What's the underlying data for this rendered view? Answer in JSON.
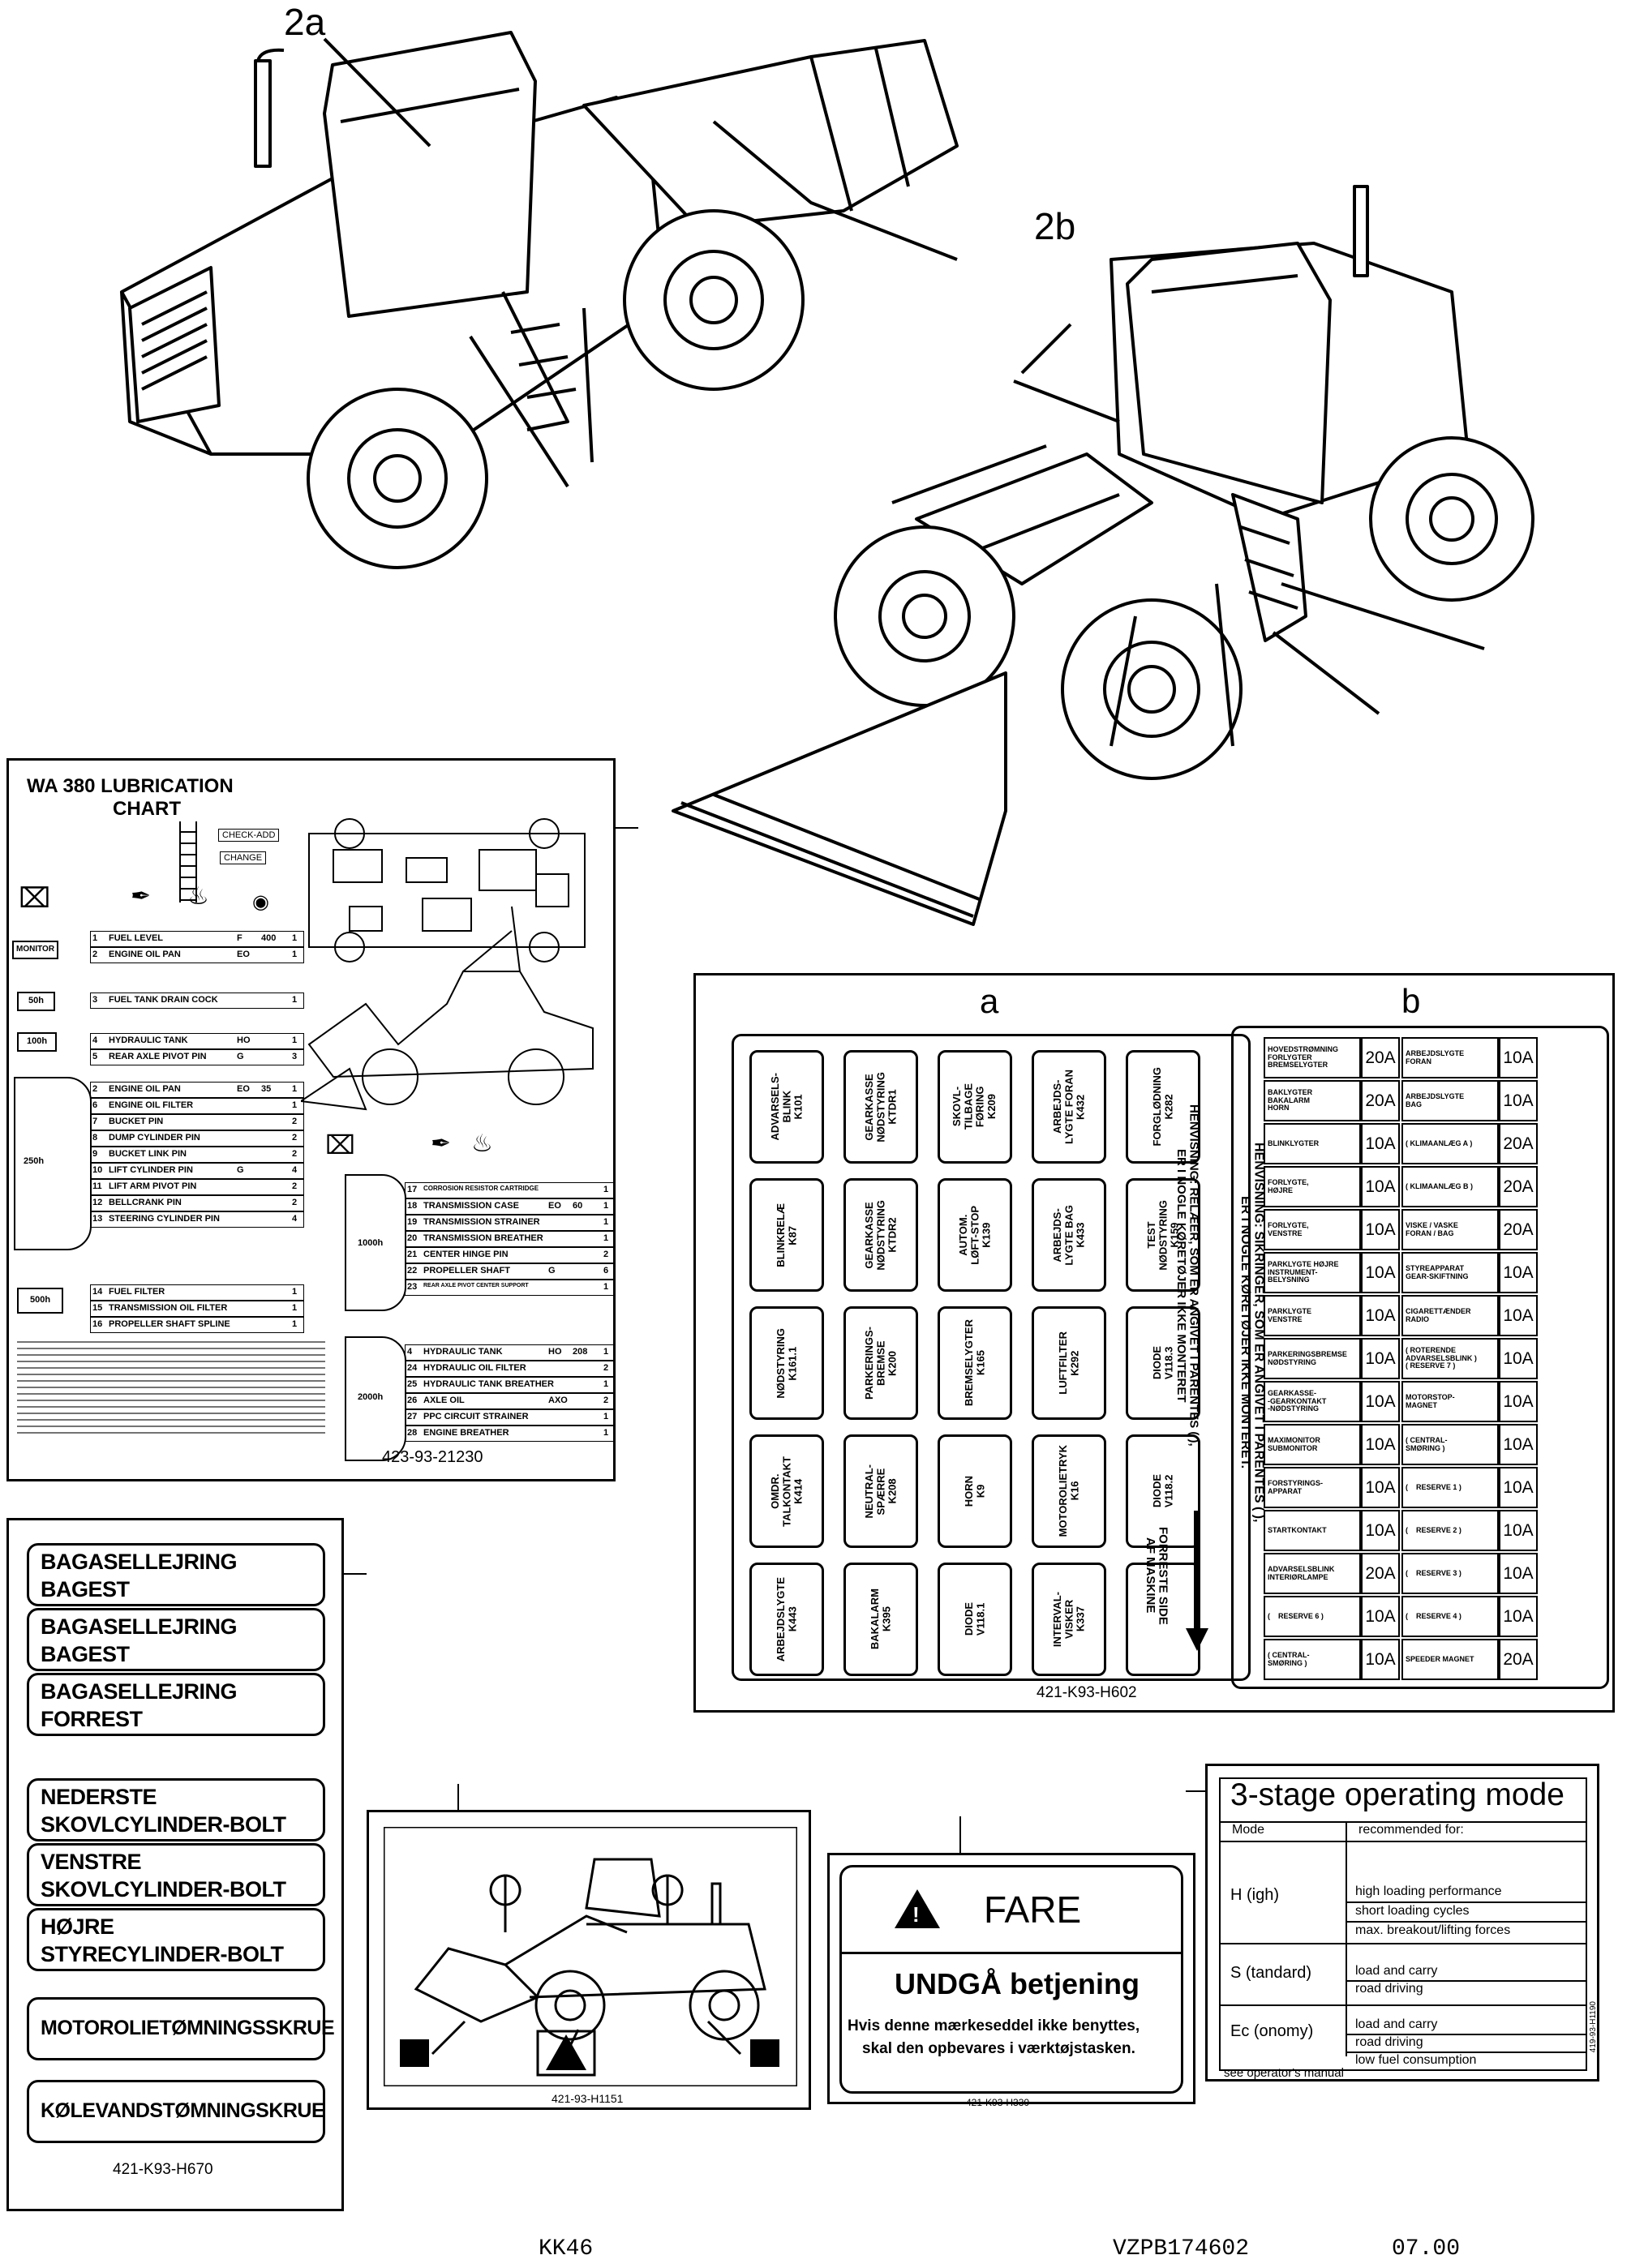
{
  "callouts": {
    "c2a": "2a",
    "c2b": "2b",
    "ca": "a",
    "cb": "b"
  },
  "lube": {
    "title1": "WA 380   LUBRICATION",
    "title2": "CHART",
    "check_add": "CHECK-ADD",
    "change": "CHANGE",
    "tags": [
      "MONITOR",
      "50h",
      "100h",
      "250h",
      "500h",
      "1000h",
      "2000h"
    ],
    "rows_left": [
      [
        "1",
        "FUEL LEVEL",
        "F",
        "400",
        "1"
      ],
      [
        "2",
        "ENGINE OIL PAN",
        "EO",
        "",
        "1"
      ],
      [
        "3",
        "FUEL TANK DRAIN COCK",
        "",
        "",
        "1"
      ],
      [
        "4",
        "HYDRAULIC TANK",
        "HO",
        "",
        "1"
      ],
      [
        "5",
        "REAR AXLE PIVOT PIN",
        "G",
        "",
        "3"
      ],
      [
        "2",
        "ENGINE OIL PAN",
        "EO",
        "35",
        "1"
      ],
      [
        "6",
        "ENGINE OIL FILTER",
        "",
        "",
        "1"
      ],
      [
        "7",
        "BUCKET PIN",
        "",
        "",
        "2"
      ],
      [
        "8",
        "DUMP CYLINDER PIN",
        "",
        "",
        "2"
      ],
      [
        "9",
        "BUCKET LINK PIN",
        "",
        "",
        "2"
      ],
      [
        "10",
        "LIFT CYLINDER PIN",
        "G",
        "",
        "4"
      ],
      [
        "11",
        "LIFT ARM PIVOT PIN",
        "",
        "",
        "2"
      ],
      [
        "12",
        "BELLCRANK PIN",
        "",
        "",
        "2"
      ],
      [
        "13",
        "STEERING CYLINDER PIN",
        "",
        "",
        "4"
      ],
      [
        "14",
        "FUEL FILTER",
        "",
        "",
        "1"
      ],
      [
        "15",
        "TRANSMISSION OIL FILTER",
        "",
        "",
        "1"
      ],
      [
        "16",
        "PROPELLER SHAFT SPLINE",
        "",
        "",
        "1"
      ]
    ],
    "rows_right": [
      [
        "17",
        "CORROSION RESISTOR CARTRIDGE",
        "",
        "",
        "1"
      ],
      [
        "18",
        "TRANSMISSION CASE",
        "EO",
        "60",
        "1"
      ],
      [
        "19",
        "TRANSMISSION STRAINER",
        "",
        "",
        "1"
      ],
      [
        "20",
        "TRANSMISSION BREATHER",
        "",
        "",
        "1"
      ],
      [
        "21",
        "CENTER HINGE PIN",
        "",
        "",
        "2"
      ],
      [
        "22",
        "PROPELLER SHAFT",
        "G",
        "",
        "6"
      ],
      [
        "23",
        "REAR AXLE PIVOT CENTER SUPPORT",
        "",
        "",
        "1"
      ],
      [
        "4",
        "HYDRAULIC TANK",
        "HO",
        "208",
        "1"
      ],
      [
        "24",
        "HYDRAULIC OIL FILTER",
        "",
        "",
        "2"
      ],
      [
        "25",
        "HYDRAULIC TANK BREATHER",
        "",
        "",
        "1"
      ],
      [
        "26",
        "AXLE OIL",
        "AXO",
        "",
        "2"
      ],
      [
        "27",
        "PPC CIRCUIT STRAINER",
        "",
        "",
        "1"
      ],
      [
        "28",
        "ENGINE BREATHER",
        "",
        "",
        "1"
      ]
    ],
    "part_no": "423-93-21230"
  },
  "fusebox": {
    "part_no": "421-K93-H602",
    "a_cells": [
      [
        "ADVARSELS-\nBLINK\nK101",
        "GEARKASSE\nNØDSTYRING\nKTDR1",
        "SKOVL-\nTILBAGE\nFØRING\nK209",
        "ARBEJDS-\nLYGTE FORAN\nK432",
        "FORGLØDNING\nK282"
      ],
      [
        "BLINKRELÆ\nK87",
        "GEARKASSE\nNØDSTYRING\nKTDR2",
        "AUTOM.\nLØFT-STOP\nK139",
        "ARBEJDS-\nLYGTE BAG\nK433",
        "TEST\nNØDSTYRING\nK159"
      ],
      [
        "NØDSTYRING\nK161.1",
        "PARKERINGS-\nBREMSE\nK200",
        "BREMSELYGTER\nK165",
        "LUFTFILTER\nK292",
        "DIODE\nV118.3"
      ],
      [
        "OMDR.\nTALKONTAKT\nK414",
        "NEUTRAL-\nSPÆRRE\nK208",
        "HORN\nK9",
        "MOTOROLIETRYK\nK16",
        "DIODE\nV118.2"
      ],
      [
        "ARBEJDSLYGTE\nK443",
        "BAKALARM\nK395",
        "DIODE\nV118.1",
        "INTERVAL-\nVISKER\nK337",
        ""
      ]
    ],
    "note1": "HENVISNING: RELÆER, SOM ER ANGIVET I PARENTES ( ),",
    "note1b": "ER I NOGLE KØRETØJER IKKE MONTERET",
    "front_note": "FORRESTE SIDE\nAF MASKINE",
    "note2": "HENVISNING: SIKRINGER, SOM ER ANGIVET I PARENTES ( ),",
    "note2b": "ER I NOGLE KØRETØJER IKKE MONTERET.",
    "b_left": [
      [
        "HOVEDSTRØMNING\nFORLYGTER\nBREMSELYGTER",
        "20A"
      ],
      [
        "BAKLYGTER\nBAKALARM\nHORN",
        "20A"
      ],
      [
        "BLINKLYGTER",
        "10A"
      ],
      [
        "FORLYGTE,\nHØJRE",
        "10A"
      ],
      [
        "FORLYGTE,\nVENSTRE",
        "10A"
      ],
      [
        "PARKLYGTE HØJRE\nINSTRUMENT-\nBELYSNING",
        "10A"
      ],
      [
        "PARKLYGTE\nVENSTRE",
        "10A"
      ],
      [
        "PARKERINGSBREMSE\nNØDSTYRING",
        "10A"
      ],
      [
        "GEARKASSE-\n-GEARKONTAKT\n-NØDSTYRING",
        "10A"
      ],
      [
        "MAXIMONITOR\nSUBMONITOR",
        "10A"
      ],
      [
        "FORSTYRINGS-\nAPPARAT",
        "10A"
      ],
      [
        "STARTKONTAKT",
        "10A"
      ],
      [
        "ADVARSELSBLINK\nINTERIØRLAMPE",
        "20A"
      ],
      [
        "(    RESERVE 6 )",
        "10A"
      ],
      [
        "( CENTRAL-\nSMØRING )",
        "10A"
      ]
    ],
    "b_right": [
      [
        "ARBEJDSLYGTE\nFORAN",
        "10A"
      ],
      [
        "ARBEJDSLYGTE\nBAG",
        "10A"
      ],
      [
        "( KLIMAANLÆG A )",
        "20A"
      ],
      [
        "( KLIMAANLÆG B )",
        "20A"
      ],
      [
        "VISKE / VASKE\nFORAN / BAG",
        "20A"
      ],
      [
        "STYREAPPARAT\nGEAR-SKIFTNING",
        "10A"
      ],
      [
        "CIGARETTÆNDER\nRADIO",
        "10A"
      ],
      [
        "( ROTERENDE\nADVARSELSBLINK )\n( RESERVE 7 )",
        "10A"
      ],
      [
        "MOTORSTOP-\nMAGNET",
        "10A"
      ],
      [
        "( CENTRAL-\nSMØRING )",
        "10A"
      ],
      [
        "(    RESERVE 1 )",
        "10A"
      ],
      [
        "(    RESERVE 2 )",
        "10A"
      ],
      [
        "(    RESERVE 3 )",
        "10A"
      ],
      [
        "(    RESERVE 4 )",
        "10A"
      ],
      [
        "SPEEDER MAGNET",
        "20A"
      ]
    ]
  },
  "plates": {
    "items": [
      "BAGASELLEJRING\nBAGEST",
      "BAGASELLEJRING\nBAGEST",
      "BAGASELLEJRING\nFORREST",
      "NEDERSTE\nSKOVLCYLINDER-BOLT",
      "VENSTRE\nSKOVLCYLINDER-BOLT",
      "HØJRE\nSTYRECYLINDER-BOLT",
      "MOTOROLIETØMNINGSSKRUE",
      "KØLEVANDSTØMNINGSKRUE"
    ],
    "part_no": "421-K93-H670"
  },
  "machine_label": {
    "part_no": "421-93-H1151"
  },
  "fare": {
    "title": "FARE",
    "subtitle": "UNDGÅ  betjening",
    "text1": "Hvis denne mærkeseddel ikke benyttes,",
    "text2": "skal den opbevares i værktøjstasken.",
    "part_no": "421-K93-H330"
  },
  "mode": {
    "title": "3-stage operating mode",
    "col1": "Mode",
    "col2": "recommended for:",
    "h": "H (igh)",
    "h_items": [
      "high loading performance",
      "short loading cycles",
      "max. breakout/lifting forces"
    ],
    "s": "S (tandard)",
    "s_items": [
      "load and carry",
      "road driving"
    ],
    "e": "Ec (onomy)",
    "e_items": [
      "load and carry",
      "road driving",
      "low fuel consumption"
    ],
    "footer": "see operator's manual",
    "side_no": "419-93-H1190"
  },
  "footer": {
    "left": "KK46",
    "mid": "VZPB174602",
    "right": "07.00"
  }
}
